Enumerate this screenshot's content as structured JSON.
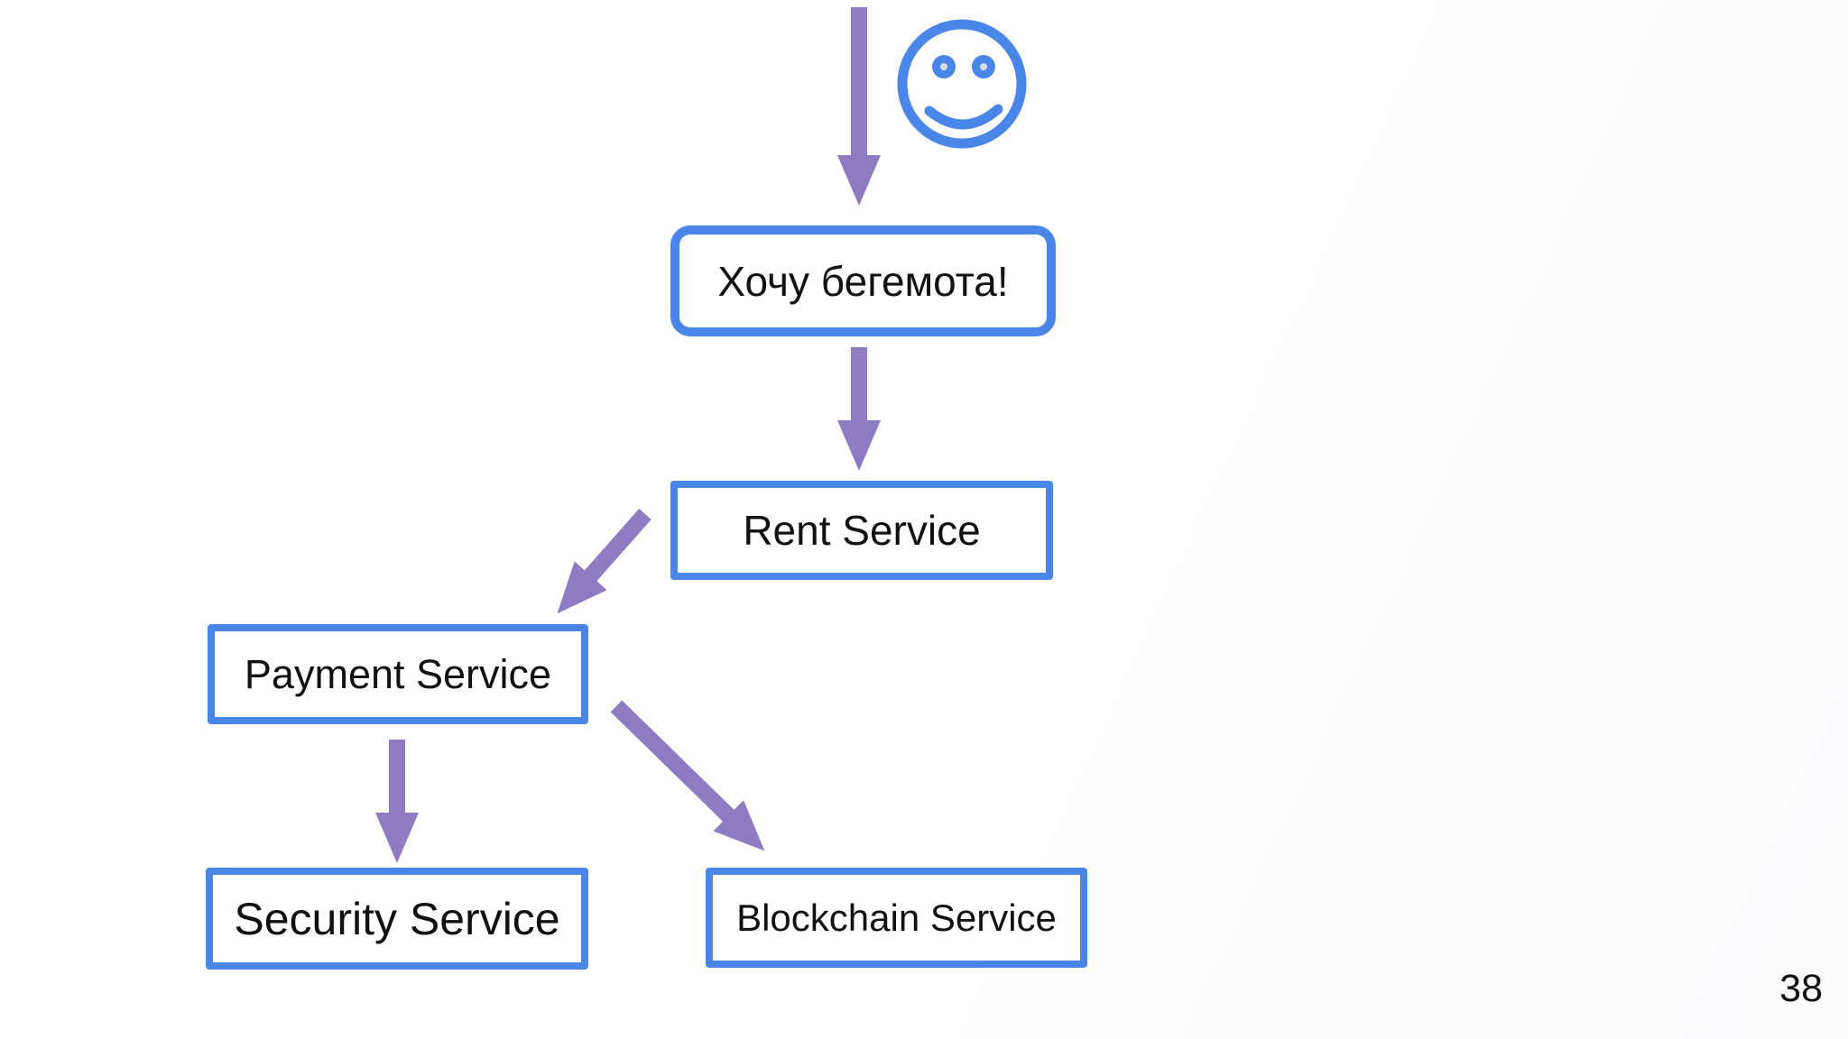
{
  "slide": {
    "page_number": "38"
  },
  "colors": {
    "accent_blue": "#4a86e8",
    "arrow_purple": "#8e7cc3",
    "text": "#111111",
    "eye_highlight": "#d8dde8"
  },
  "icons": {
    "user": "smiley-face-icon"
  },
  "nodes": {
    "request": {
      "label": "Хочу бегемота!"
    },
    "rent": {
      "label": "Rent Service"
    },
    "payment": {
      "label": "Payment Service"
    },
    "security": {
      "label": "Security Service"
    },
    "blockchain": {
      "label": "Blockchain Service"
    }
  },
  "edges": [
    {
      "from": "user",
      "to": "request"
    },
    {
      "from": "request",
      "to": "rent"
    },
    {
      "from": "rent",
      "to": "payment"
    },
    {
      "from": "payment",
      "to": "security"
    },
    {
      "from": "payment",
      "to": "blockchain"
    }
  ]
}
